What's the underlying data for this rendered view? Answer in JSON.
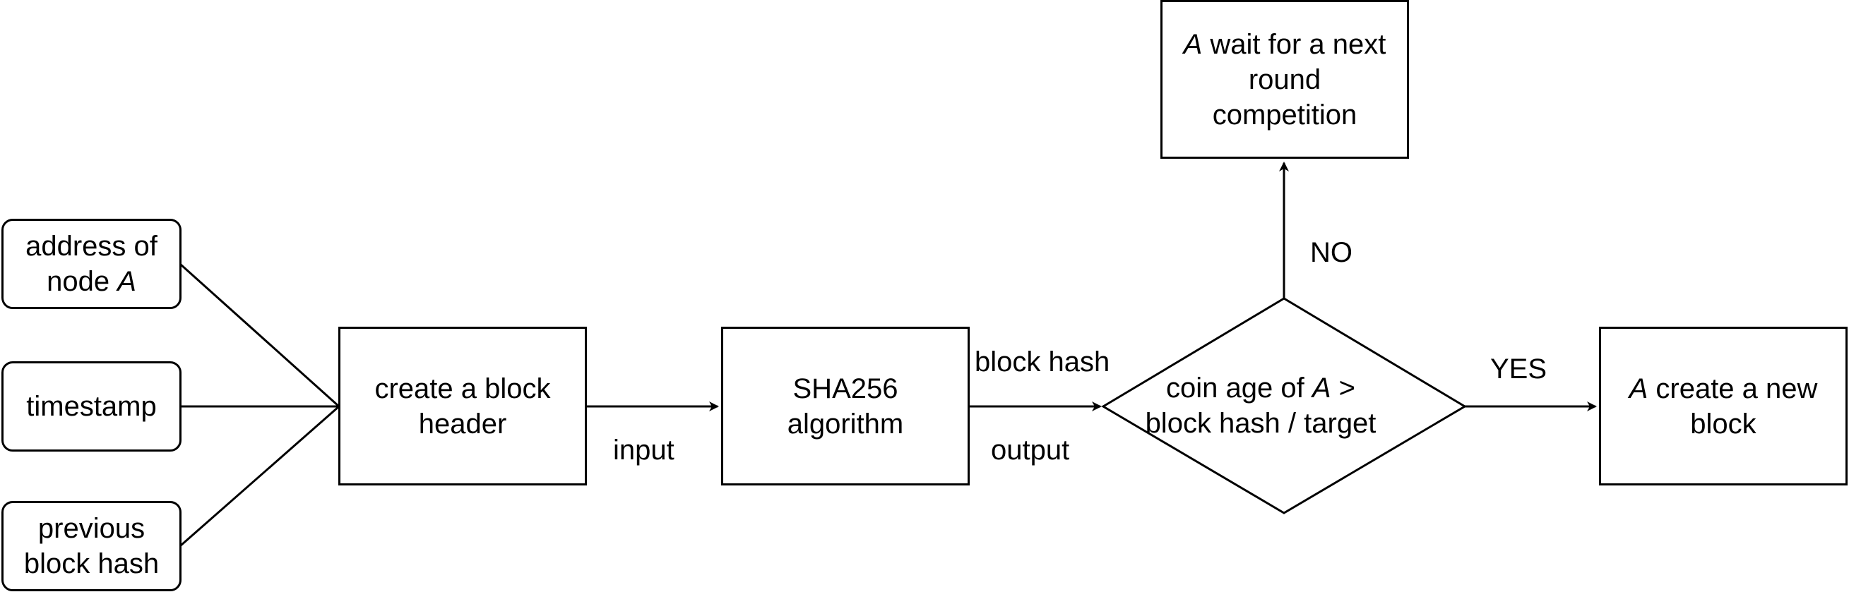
{
  "inputs": {
    "address": {
      "before": "address of\nnode ",
      "emph": "A",
      "after": ""
    },
    "timestamp": "timestamp",
    "previous": "previous\nblock hash"
  },
  "process": {
    "create_header": "create a block\nheader",
    "sha256": "SHA256\nalgorithm"
  },
  "decision": {
    "before": "coin age of ",
    "emph": "A",
    "after": " >\nblock hash / target"
  },
  "outcomes": {
    "wait": {
      "emph": "A",
      "text": " wait for a next\nround\ncompetition"
    },
    "create": {
      "emph": "A",
      "text": " create a new\nblock"
    }
  },
  "edge_labels": {
    "input": "input",
    "block_hash": "block hash",
    "output": "output",
    "yes": "YES",
    "no": "NO"
  }
}
